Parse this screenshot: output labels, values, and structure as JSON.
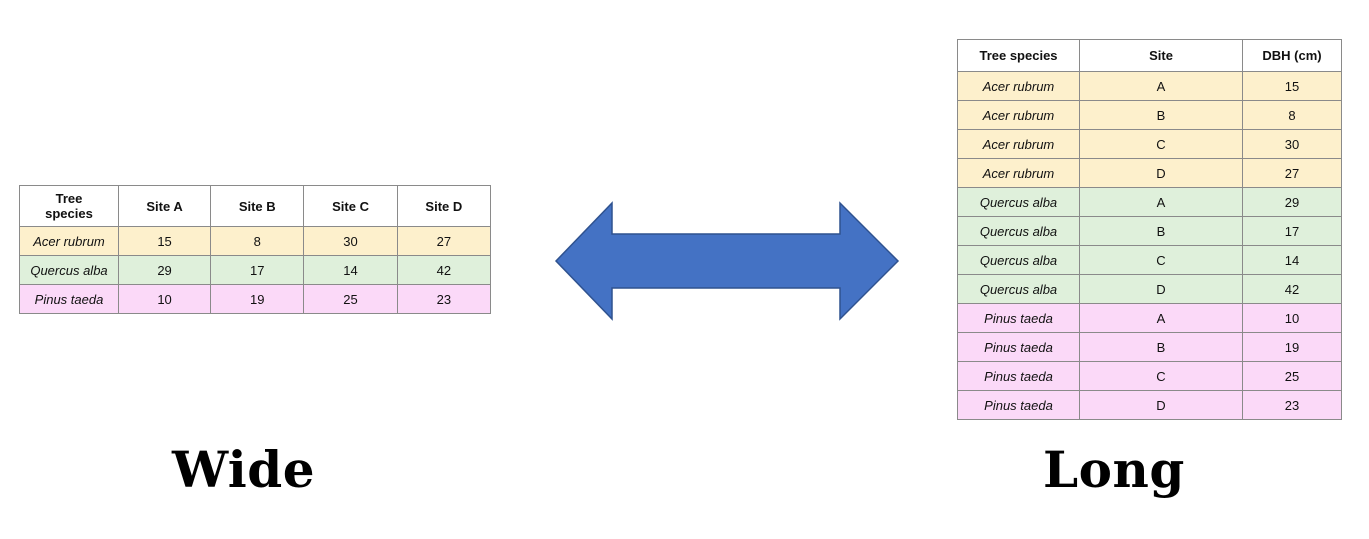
{
  "wide": {
    "label": "Wide",
    "headers": [
      "Tree\nspecies",
      "Site A",
      "Site B",
      "Site C",
      "Site D"
    ],
    "rows": [
      {
        "species": "Acer rubrum",
        "group": "acer",
        "values": [
          "15",
          "8",
          "30",
          "27"
        ]
      },
      {
        "species": "Quercus alba",
        "group": "quercus",
        "values": [
          "29",
          "17",
          "14",
          "42"
        ]
      },
      {
        "species": "Pinus taeda",
        "group": "pinus",
        "values": [
          "10",
          "19",
          "25",
          "23"
        ]
      }
    ]
  },
  "long": {
    "label": "Long",
    "headers": [
      "Tree species",
      "Site",
      "DBH (cm)"
    ],
    "rows": [
      {
        "species": "Acer rubrum",
        "site": "A",
        "dbh": "15",
        "group": "acer"
      },
      {
        "species": "Acer rubrum",
        "site": "B",
        "dbh": "8",
        "group": "acer"
      },
      {
        "species": "Acer rubrum",
        "site": "C",
        "dbh": "30",
        "group": "acer"
      },
      {
        "species": "Acer rubrum",
        "site": "D",
        "dbh": "27",
        "group": "acer"
      },
      {
        "species": "Quercus alba",
        "site": "A",
        "dbh": "29",
        "group": "quercus"
      },
      {
        "species": "Quercus alba",
        "site": "B",
        "dbh": "17",
        "group": "quercus"
      },
      {
        "species": "Quercus alba",
        "site": "C",
        "dbh": "14",
        "group": "quercus"
      },
      {
        "species": "Quercus alba",
        "site": "D",
        "dbh": "42",
        "group": "quercus"
      },
      {
        "species": "Pinus taeda",
        "site": "A",
        "dbh": "10",
        "group": "pinus"
      },
      {
        "species": "Pinus taeda",
        "site": "B",
        "dbh": "19",
        "group": "pinus"
      },
      {
        "species": "Pinus taeda",
        "site": "C",
        "dbh": "25",
        "group": "pinus"
      },
      {
        "species": "Pinus taeda",
        "site": "D",
        "dbh": "23",
        "group": "pinus"
      }
    ]
  },
  "colors": {
    "arrow": "#4472c4",
    "acer": "#fdf0cc",
    "quercus": "#dff0db",
    "pinus": "#fbd9f8"
  }
}
